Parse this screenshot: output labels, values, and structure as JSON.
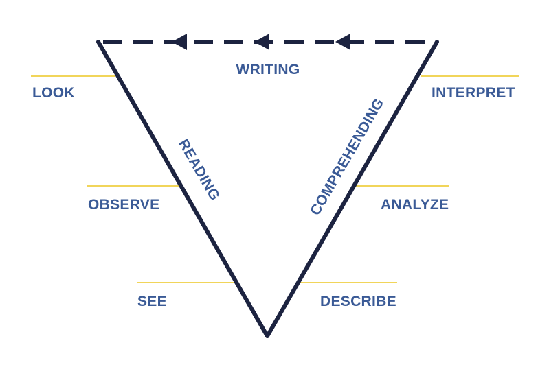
{
  "colors": {
    "triangle": "#1c2340",
    "label": "#3a5a96",
    "accent_line": "#f1d55a",
    "background": "#ffffff"
  },
  "icons": {
    "top_edge_arrows": "left-arrow-icon"
  },
  "edges": {
    "top": "WRITING",
    "left": "READING",
    "right": "COMPREHENDING"
  },
  "levels": {
    "left": [
      "LOOK",
      "OBSERVE",
      "SEE"
    ],
    "right": [
      "INTERPRET",
      "ANALYZE",
      "DESCRIBE"
    ]
  }
}
